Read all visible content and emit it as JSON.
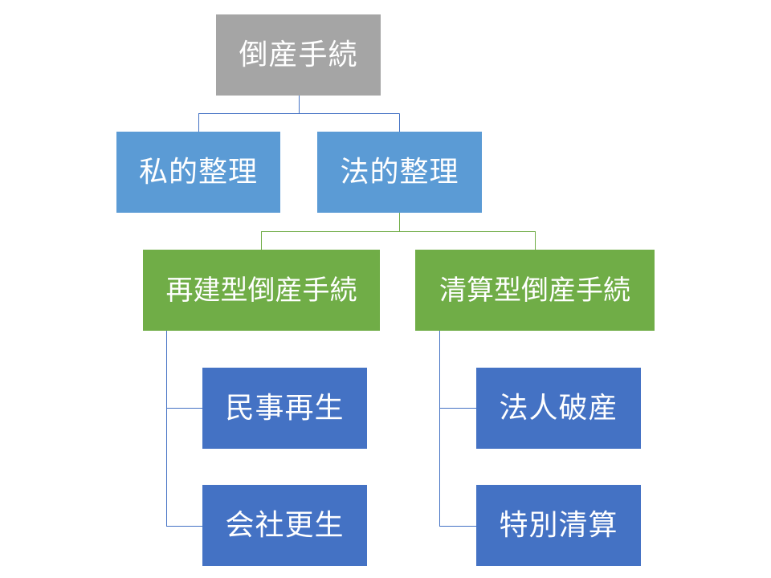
{
  "diagram": {
    "colors": {
      "root": "#a5a5a5",
      "level1": "#5b9bd5",
      "level2": "#70ad47",
      "level3": "#4472c4",
      "connector_blue": "#4472c4",
      "connector_green": "#70ad47"
    },
    "root": {
      "label": "倒産手続"
    },
    "private": {
      "label": "私的整理"
    },
    "legal": {
      "label": "法的整理"
    },
    "rehab": {
      "label": "再建型倒産手続"
    },
    "liquid": {
      "label": "清算型倒産手続"
    },
    "civil_rehab": {
      "label": "民事再生"
    },
    "corp_reorg": {
      "label": "会社更生"
    },
    "bankruptcy": {
      "label": "法人破産"
    },
    "special_liq": {
      "label": "特別清算"
    }
  }
}
